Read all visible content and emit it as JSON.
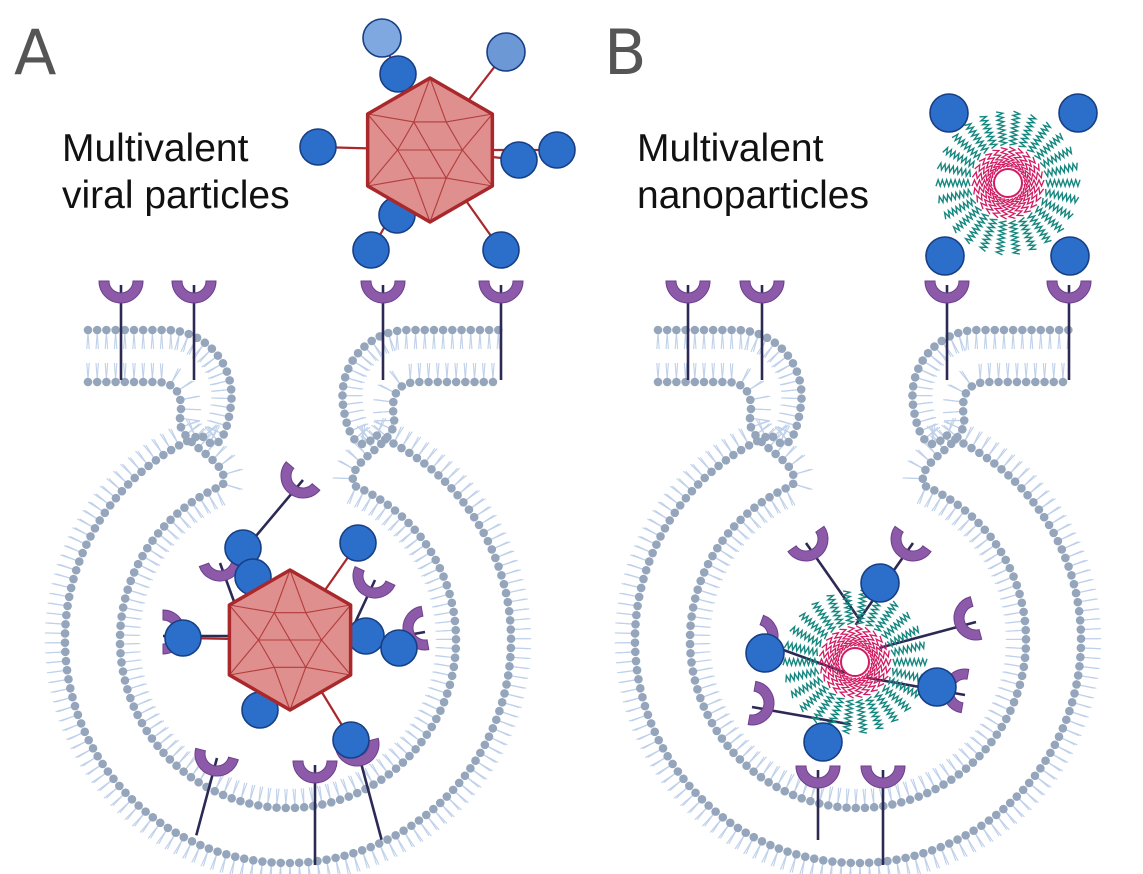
{
  "panels": [
    {
      "letter": "A",
      "caption_line1": "Multivalent",
      "caption_line2": "viral particles"
    },
    {
      "letter": "B",
      "caption_line1": "Multivalent",
      "caption_line2": "nanoparticles"
    }
  ],
  "colors": {
    "membrane_head": "#95a6bc",
    "membrane_tail": "#bed0ea",
    "receptor": "#8d5aaa",
    "receptor_stalk": "#2c2a55",
    "ligand": "#2c6fcb",
    "ligand_stroke": "#173f85",
    "capsid_fill": "#df8f8d",
    "capsid_stroke": "#a9282b",
    "micelle_core": "#d11b62",
    "micelle_tail": "#15877f"
  }
}
